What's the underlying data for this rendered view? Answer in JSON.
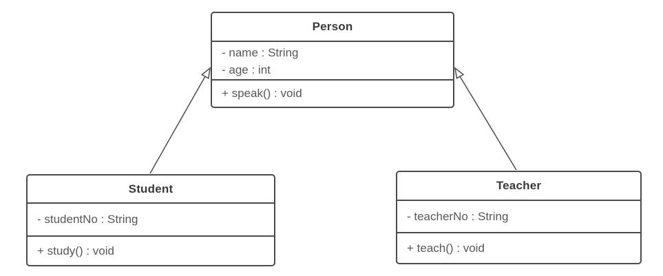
{
  "diagram": {
    "type": "uml-class-diagram",
    "colors": {
      "border": "#4b4b4b",
      "title_text": "#3a3a3a",
      "member_text": "#575757",
      "fill": "#ffffff"
    },
    "classes": [
      {
        "name": "Person",
        "attributes": [
          "- name : String",
          "- age : int"
        ],
        "methods": [
          "+ speak() : void"
        ]
      },
      {
        "name": "Student",
        "attributes": [
          "- studentNo : String"
        ],
        "methods": [
          "+ study() : void"
        ]
      },
      {
        "name": "Teacher",
        "attributes": [
          "- teacherNo : String"
        ],
        "methods": [
          "+ teach() : void"
        ]
      }
    ],
    "relationships": [
      {
        "from": "Student",
        "to": "Person",
        "type": "generalization"
      },
      {
        "from": "Teacher",
        "to": "Person",
        "type": "generalization"
      }
    ]
  }
}
